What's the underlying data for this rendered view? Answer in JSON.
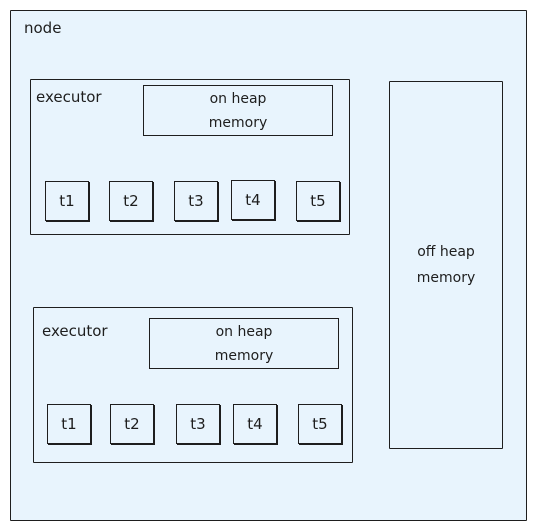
{
  "node": {
    "label": "node"
  },
  "executors": [
    {
      "label": "executor",
      "heap_line1": "on heap",
      "heap_line2": "memory",
      "tasks": [
        "t1",
        "t2",
        "t3",
        "t4",
        "t5"
      ]
    },
    {
      "label": "executor",
      "heap_line1": "on heap",
      "heap_line2": "memory",
      "tasks": [
        "t1",
        "t2",
        "t3",
        "t4",
        "t5"
      ]
    }
  ],
  "offheap": {
    "line1": "off heap",
    "line2": "memory"
  },
  "colors": {
    "fill": "#e8f4fd",
    "stroke": "#1e1e1e"
  }
}
